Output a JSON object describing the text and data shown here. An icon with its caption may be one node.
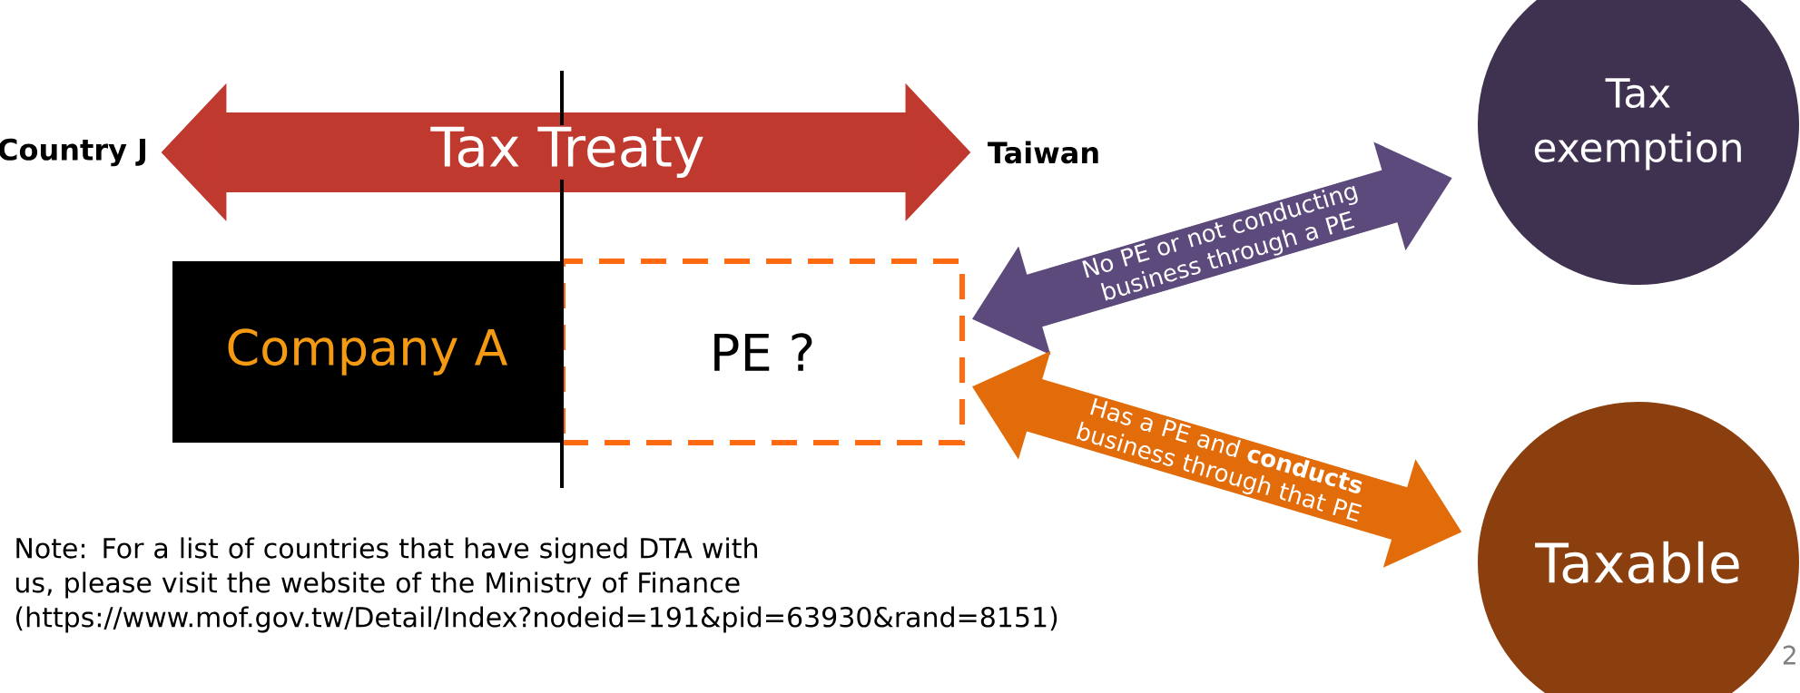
{
  "diagram": {
    "nodes": [
      {
        "text": [
          "Country J"
        ]
      },
      {
        "text": [
          "Taiwan"
        ]
      },
      {
        "text": [
          "Tax exemption"
        ]
      },
      {
        "text": [
          "Company A"
        ]
      },
      {
        "text": [
          "PE ?"
        ]
      },
      {
        "text": [
          "Taxable"
        ]
      }
    ],
    "edges": [
      {
        "from": 0,
        "to": 1,
        "arrow": "both",
        "label": "Tax Treaty",
        "color": "#c0392f"
      },
      {
        "from": 4,
        "to": 2,
        "arrow": "both",
        "label": "No PE or not conducting business through a PE",
        "color": "#5d4a7c"
      },
      {
        "from": 4,
        "to": 5,
        "arrow": "both",
        "label": "Has a PE and **conducts** business through that PE",
        "color": "#e36c0a"
      }
    ],
    "labels": [
      "Note: For a list of countries that have signed DTA with us, please visit the website of the Ministry of Finance (https://www.mof.gov.tw/Detail/Index?nodeid=191&pid=63930&rand=8151)",
      "2"
    ]
  }
}
